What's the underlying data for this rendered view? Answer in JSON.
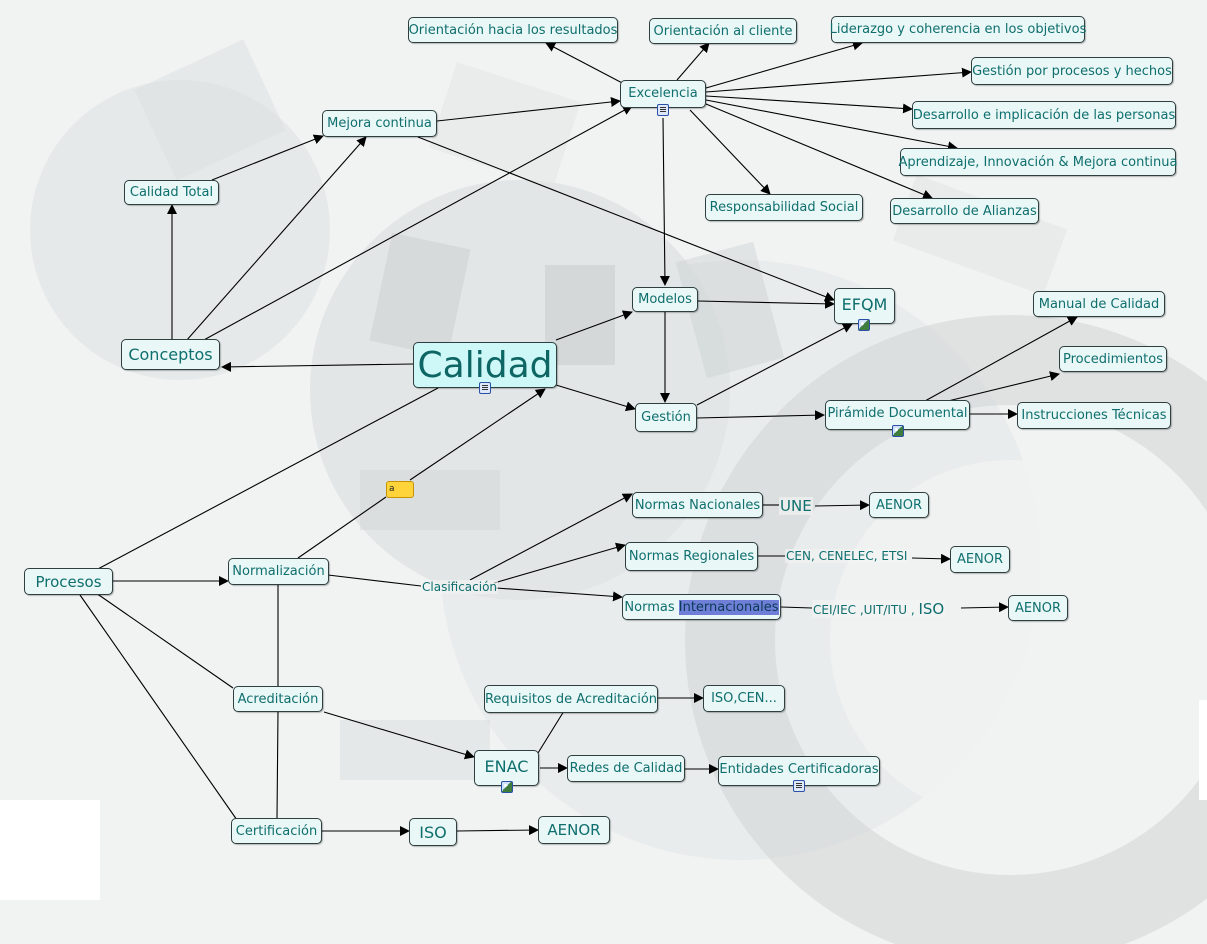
{
  "concept_map": {
    "central": "Calidad",
    "nodes": {
      "calidad": "Calidad",
      "conceptos": "Conceptos",
      "calidad_total": "Calidad Total",
      "mejora_continua": "Mejora continua",
      "excelencia": "Excelencia",
      "orientacion_resultados": "Orientación hacia los resultados",
      "orientacion_cliente": "Orientación al cliente",
      "liderazgo": "Liderazgo y coherencia en los objetivos",
      "gestion_procesos": "Gestión por procesos y hechos",
      "desarrollo_personas": "Desarrollo e implicación de las personas",
      "aprendizaje": "Aprendizaje, Innovación & Mejora continua",
      "responsabilidad_social": "Responsabilidad Social",
      "desarrollo_alianzas": "Desarrollo de Alianzas",
      "modelos": "Modelos",
      "efqm": "EFQM",
      "gestion": "Gestión",
      "piramide": "Pirámide Documental",
      "manual_calidad": "Manual de Calidad",
      "procedimientos": "Procedimientos",
      "instrucciones": "Instrucciones Técnicas",
      "procesos": "Procesos",
      "normalizacion": "Normalización",
      "normas_nacionales": "Normas Nacionales",
      "aenor_1": "AENOR",
      "normas_regionales": "Normas Regionales",
      "aenor_2": "AENOR",
      "normas_internacionales_a": "Normas ",
      "normas_internacionales_b": "Internacionales",
      "aenor_3": "AENOR",
      "acreditacion": "Acreditación",
      "requisitos": "Requisitos de Acreditación",
      "iso_cen": "ISO,CEN...",
      "enac": "ENAC",
      "redes": "Redes de Calidad",
      "entidades": "Entidades Certificadoras",
      "certificacion": "Certificación",
      "iso": "ISO",
      "aenor_4": "AENOR"
    },
    "link_labels": {
      "une": "UNE",
      "cen_cenelec": "CEN, CENELEC, ETSI",
      "cei_iec_a": "CEI/IEC ,UIT/ITU ,",
      "cei_iec_b": "ISO",
      "clasificacion": "Clasificación"
    },
    "note_icon_text": "a",
    "colors": {
      "node_fill": "#e9f7f6",
      "central_fill": "#cdf8f7",
      "text": "#0f6f6e",
      "border": "#2f3f3f"
    },
    "icons": [
      "document-icon",
      "image-icon",
      "note-icon"
    ]
  }
}
